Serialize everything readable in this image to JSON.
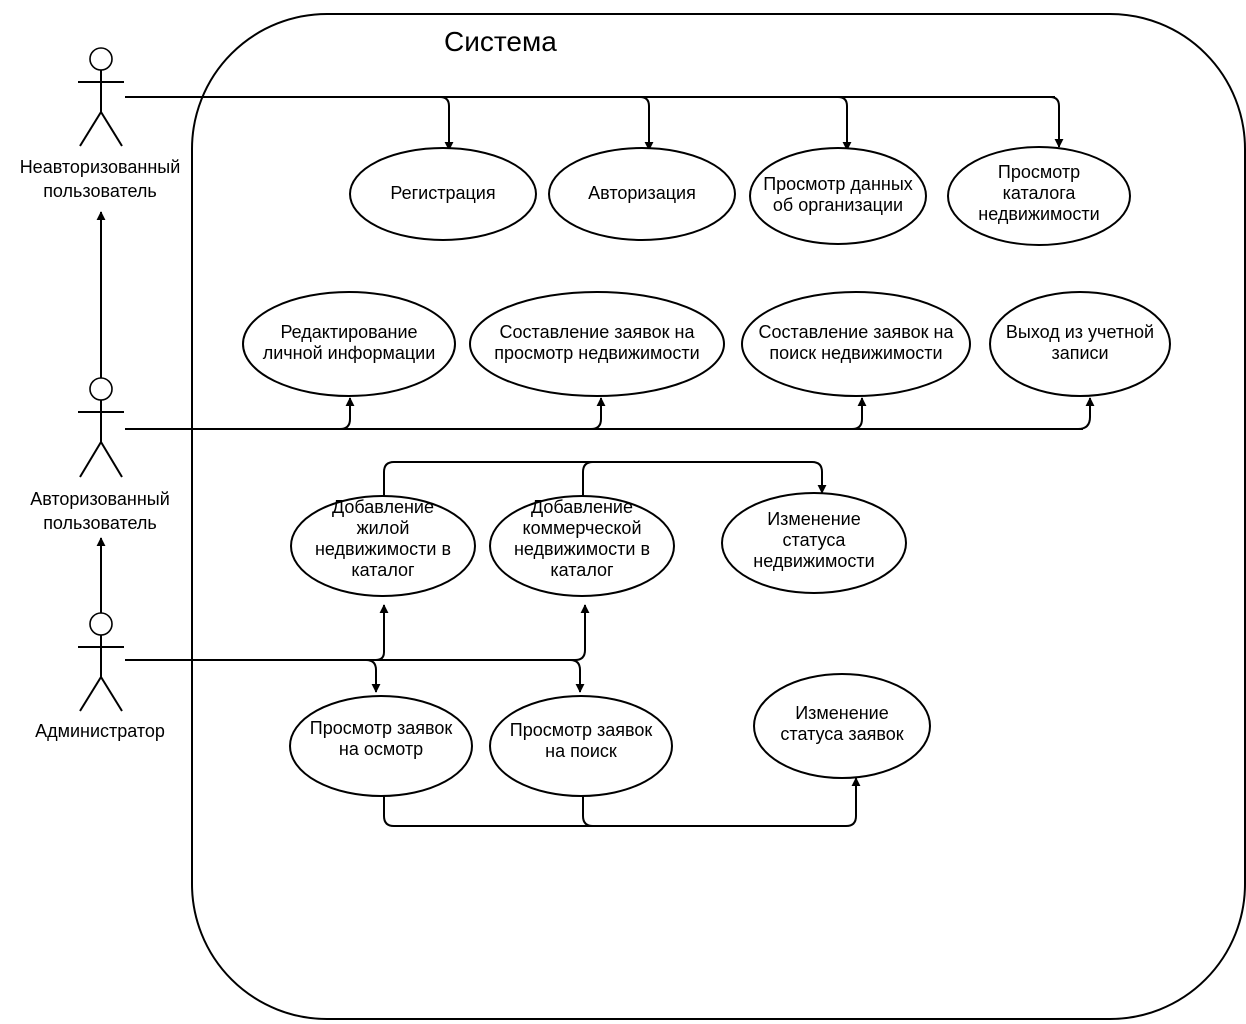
{
  "system": {
    "title": "Система"
  },
  "actors": [
    {
      "id": "guest",
      "lines": [
        "Неавторизованный",
        "пользователь"
      ]
    },
    {
      "id": "user",
      "lines": [
        "Авторизованный",
        "пользователь"
      ]
    },
    {
      "id": "admin",
      "lines": [
        "Администратор"
      ]
    }
  ],
  "use_cases": [
    {
      "id": "registration",
      "lines": [
        "Регистрация"
      ]
    },
    {
      "id": "login",
      "lines": [
        "Авторизация"
      ]
    },
    {
      "id": "org-info",
      "lines": [
        "Просмотр данных",
        "об организации"
      ]
    },
    {
      "id": "catalog",
      "lines": [
        "Просмотр",
        "каталога",
        "недвижимости"
      ]
    },
    {
      "id": "edit-profile",
      "lines": [
        "Редактирование",
        "личной информации"
      ]
    },
    {
      "id": "viewing-requests",
      "lines": [
        "Составление заявок на",
        "просмотр недвижимости"
      ]
    },
    {
      "id": "search-requests",
      "lines": [
        "Составление заявок на",
        "поиск недвижимости"
      ]
    },
    {
      "id": "logout",
      "lines": [
        "Выход из учетной",
        "записи"
      ]
    },
    {
      "id": "add-residential",
      "lines": [
        "Добавление",
        "жилой",
        "недвижимости в",
        "каталог"
      ]
    },
    {
      "id": "add-commercial",
      "lines": [
        "Добавление",
        "коммерческой",
        "недвижимости в",
        "каталог"
      ]
    },
    {
      "id": "change-property-status",
      "lines": [
        "Изменение",
        "статуса",
        "недвижимости"
      ]
    },
    {
      "id": "view-inspection-requests",
      "lines": [
        "Просмотр заявок",
        "на осмотр"
      ]
    },
    {
      "id": "view-search-requests",
      "lines": [
        "Просмотр заявок",
        "на поиск"
      ]
    },
    {
      "id": "change-request-status",
      "lines": [
        "Изменение",
        "статуса заявок"
      ]
    }
  ]
}
